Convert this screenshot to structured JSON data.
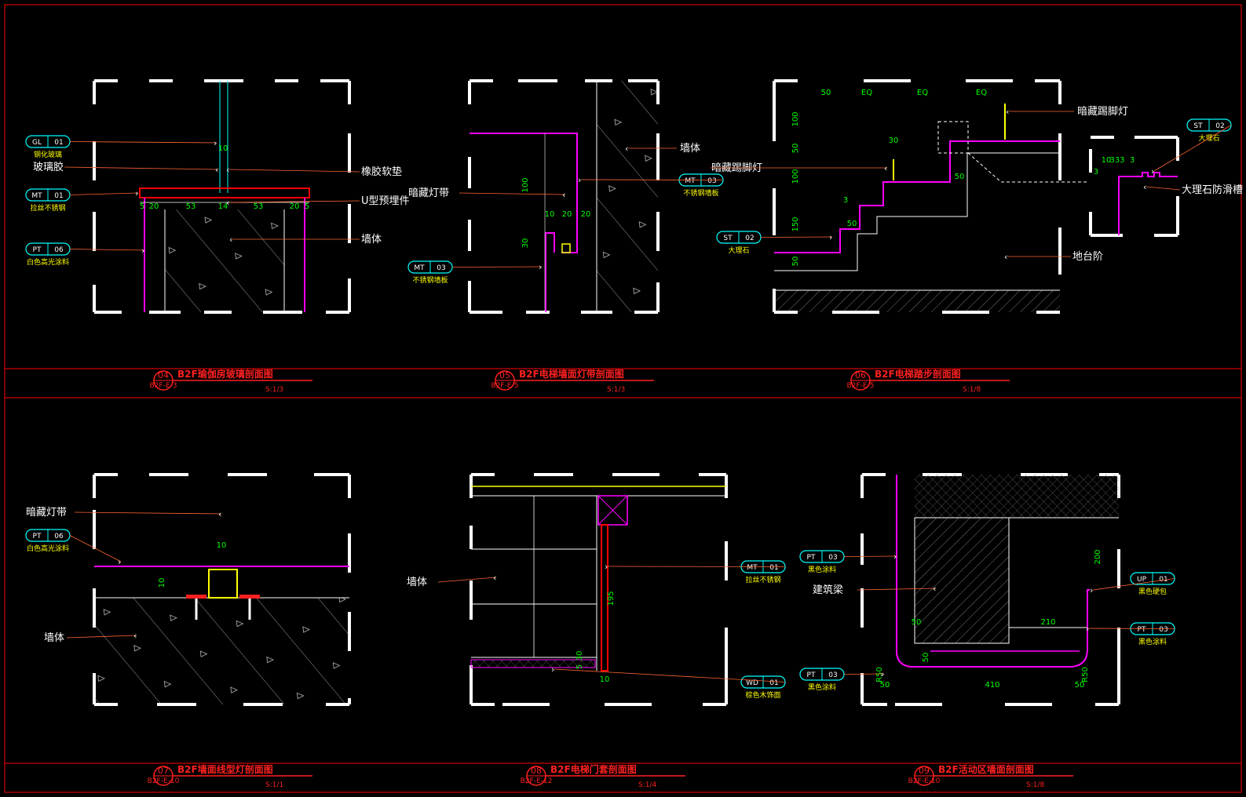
{
  "colors": {
    "background": "#000000",
    "border": "#ff0000",
    "dimension": "#00ff00",
    "material": "#ff00ff",
    "glass": "#00ffff",
    "tag_name": "#ffff00",
    "title": "#ff2020"
  },
  "panels": [
    {
      "number": "04",
      "sheet": "B2F-E-3",
      "title": "B2F瑜伽房玻璃剖面图",
      "scale": "S:1/3",
      "tags": [
        {
          "code": "GL",
          "no": "01",
          "name": "钢化玻璃"
        },
        {
          "code": "MT",
          "no": "01",
          "name": "拉丝不锈钢"
        },
        {
          "code": "PT",
          "no": "06",
          "name": "白色高光涂料"
        }
      ],
      "labels": [
        "玻璃胶",
        "橡胶软垫",
        "U型预埋件",
        "墙体"
      ],
      "dims": [
        "10",
        "5",
        "20",
        "53",
        "14",
        "53",
        "20",
        "5"
      ]
    },
    {
      "number": "05",
      "sheet": "B2F-E-5",
      "title": "B2F电梯墙面灯带剖面图",
      "scale": "S:1/3",
      "tags": [
        {
          "code": "MT",
          "no": "03",
          "name": "不锈钢墙板"
        },
        {
          "code": "MT",
          "no": "03",
          "name": "不锈钢墙板"
        }
      ],
      "labels": [
        "墙体",
        "暗藏灯带"
      ],
      "dims": [
        "100",
        "10",
        "20",
        "20",
        "30"
      ]
    },
    {
      "number": "06",
      "sheet": "B2F-E-5",
      "title": "B2F电梯踏步剖面图",
      "scale": "S:1/8",
      "tags": [
        {
          "code": "ST",
          "no": "02",
          "name": "大理石"
        },
        {
          "code": "ST",
          "no": "02",
          "name": "大理石"
        }
      ],
      "labels": [
        "暗藏踢脚灯",
        "暗藏踢脚灯",
        "地台阶",
        "大理石防滑槽"
      ],
      "dims": [
        "50",
        "EQ",
        "EQ",
        "EQ",
        "100",
        "50",
        "100",
        "150",
        "50",
        "30",
        "50",
        "50",
        "3",
        "10",
        "333",
        "3",
        "3"
      ]
    },
    {
      "number": "07",
      "sheet": "B2F-E-10",
      "title": "B2F墙面线型灯剖面图",
      "scale": "S:1/1",
      "tags": [
        {
          "code": "PT",
          "no": "06",
          "name": "白色高光涂料"
        }
      ],
      "labels": [
        "暗藏灯带",
        "墙体"
      ],
      "dims": [
        "10",
        "10"
      ]
    },
    {
      "number": "08",
      "sheet": "B2F-E-12",
      "title": "B2F电梯门套剖面图",
      "scale": "S:1/4",
      "tags": [
        {
          "code": "MT",
          "no": "01",
          "name": "拉丝不锈钢"
        },
        {
          "code": "WD",
          "no": "01",
          "name": "棕色木饰面"
        }
      ],
      "labels": [
        "墙体"
      ],
      "dims": [
        "195",
        "5",
        "30",
        "10"
      ]
    },
    {
      "number": "09",
      "sheet": "B2F-E-10",
      "title": "B2F活动区墙面剖面图",
      "scale": "S:1/8",
      "tags": [
        {
          "code": "PT",
          "no": "03",
          "name": "黑色涂料"
        },
        {
          "code": "UP",
          "no": "01",
          "name": "黑色硬包"
        },
        {
          "code": "PT",
          "no": "03",
          "name": "黑色涂料"
        },
        {
          "code": "PT",
          "no": "03",
          "name": "黑色涂料"
        }
      ],
      "labels": [
        "建筑梁"
      ],
      "dims": [
        "200",
        "210",
        "50",
        "50",
        "R50",
        "50",
        "410",
        "50",
        "R50"
      ]
    }
  ]
}
